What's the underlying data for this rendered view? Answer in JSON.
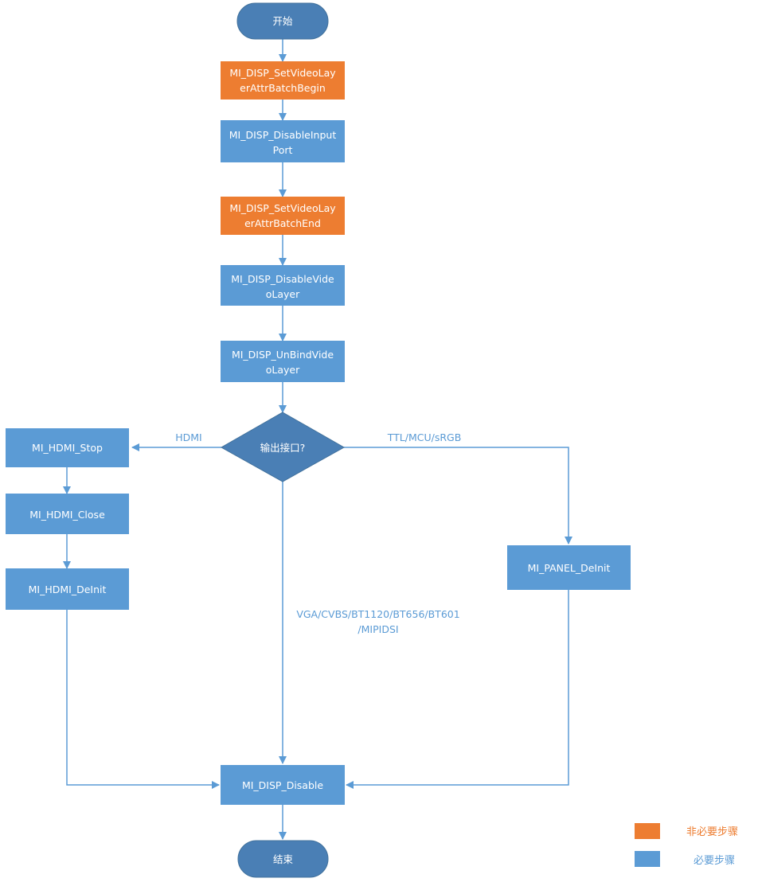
{
  "colors": {
    "required": "#5b9bd5",
    "optional": "#ed7d31",
    "terminal": "#4a7fb5",
    "decision": "#4a7fb5",
    "arrow": "#5b9bd5"
  },
  "nodes": {
    "start": {
      "label": "开始"
    },
    "batch_begin": {
      "lines": [
        "MI_DISP_SetVideoLay",
        "erAttrBatchBegin"
      ]
    },
    "disable_input_port": {
      "lines": [
        "MI_DISP_DisableInput",
        "Port"
      ]
    },
    "batch_end": {
      "lines": [
        "MI_DISP_SetVideoLay",
        "erAttrBatchEnd"
      ]
    },
    "disable_video_layer": {
      "lines": [
        "MI_DISP_DisableVide",
        "oLayer"
      ]
    },
    "unbind_video_layer": {
      "lines": [
        "MI_DISP_UnBindVide",
        "oLayer"
      ]
    },
    "decision": {
      "label": "输出接口?"
    },
    "hdmi_stop": {
      "label": "MI_HDMI_Stop"
    },
    "hdmi_close": {
      "label": "MI_HDMI_Close"
    },
    "hdmi_deinit": {
      "label": "MI_HDMI_DeInit"
    },
    "panel_deinit": {
      "label": "MI_PANEL_DeInit"
    },
    "disp_disable": {
      "label": "MI_DISP_Disable"
    },
    "end": {
      "label": "结束"
    }
  },
  "edge_labels": {
    "hdmi": "HDMI",
    "ttl": "TTL/MCU/sRGB",
    "vga_line1": "VGA/CVBS/BT1120/BT656/BT601",
    "vga_line2": "/MIPIDSI"
  },
  "legend": {
    "optional": "非必要步骤",
    "required": "必要步骤"
  }
}
